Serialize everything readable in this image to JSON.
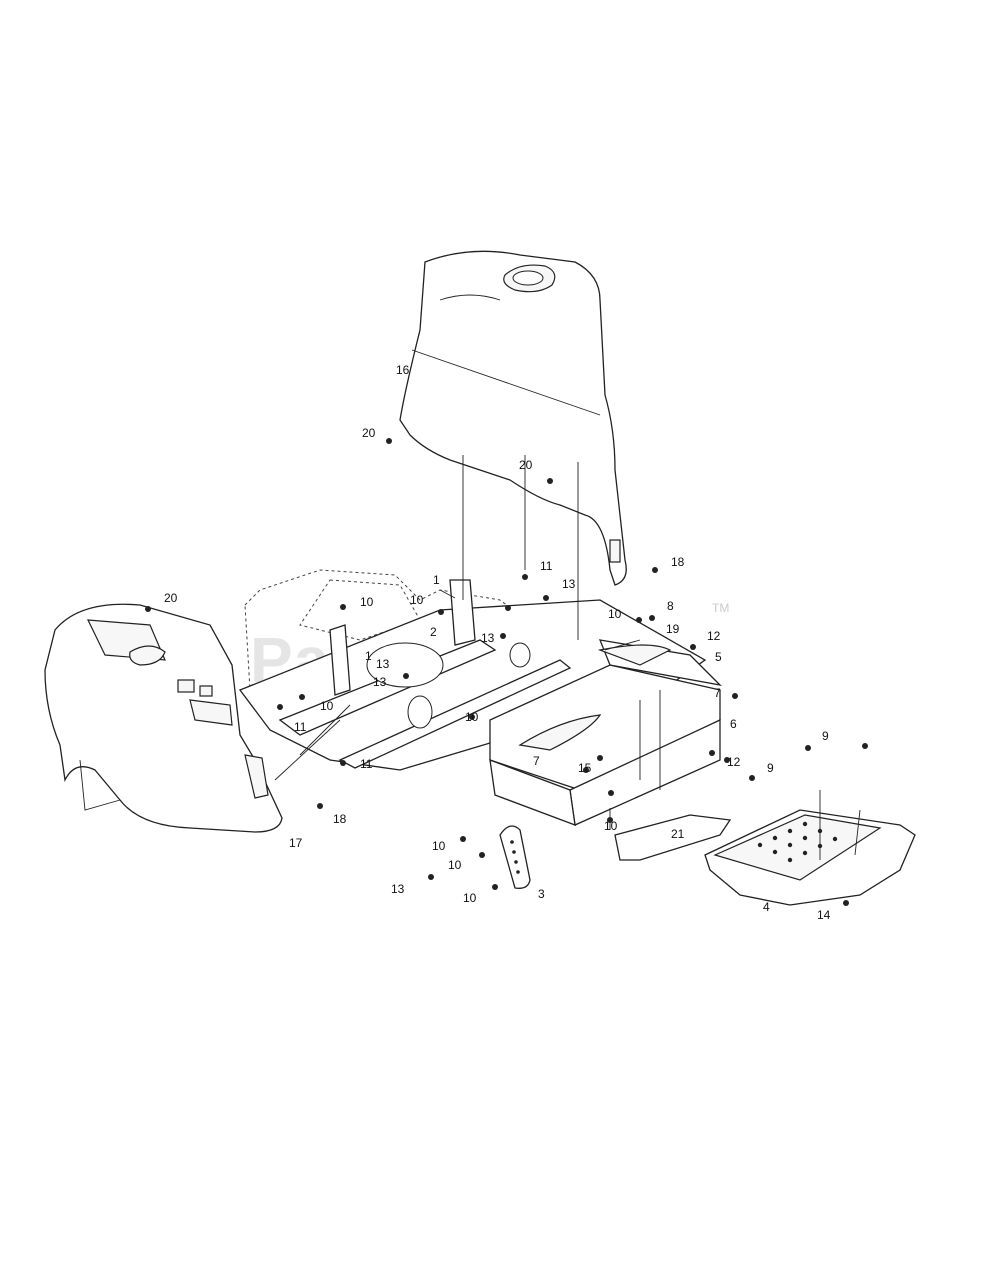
{
  "watermark": {
    "text": "PartsTree",
    "mark": "TM"
  },
  "callouts": [
    "1",
    "1",
    "2",
    "3",
    "4",
    "5",
    "6",
    "7",
    "7",
    "8",
    "9",
    "9",
    "10",
    "10",
    "10",
    "10",
    "10",
    "10",
    "10",
    "10",
    "10",
    "11",
    "11",
    "11",
    "12",
    "12",
    "13",
    "13",
    "13",
    "13",
    "13",
    "14",
    "15",
    "16",
    "17",
    "18",
    "18",
    "19",
    "20",
    "20",
    "20",
    "21"
  ]
}
